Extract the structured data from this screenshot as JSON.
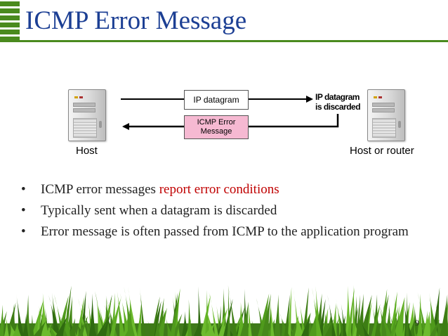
{
  "slide": {
    "title": "ICMP Error Message",
    "page_number": "9",
    "accent_color": "#4a8a1e",
    "title_color": "#1c3f94",
    "highlight_color": "#c00000"
  },
  "diagram": {
    "left_host_label": "Host",
    "right_host_label": "Host or router",
    "datagram_label": "IP datagram",
    "error_label_line1": "ICMP Error",
    "error_label_line2": "Message",
    "discard_line1": "IP datagram",
    "discard_line2": "is discarded",
    "left_icon": "server-icon",
    "right_icon": "server-icon"
  },
  "bullets": {
    "b1_text": "ICMP error messages ",
    "b1_highlight": "report error conditions",
    "b2_text": "Typically sent when a datagram is discarded",
    "b3_text": "Error message is often passed from ICMP to the application program",
    "bullet_glyph": "•"
  }
}
